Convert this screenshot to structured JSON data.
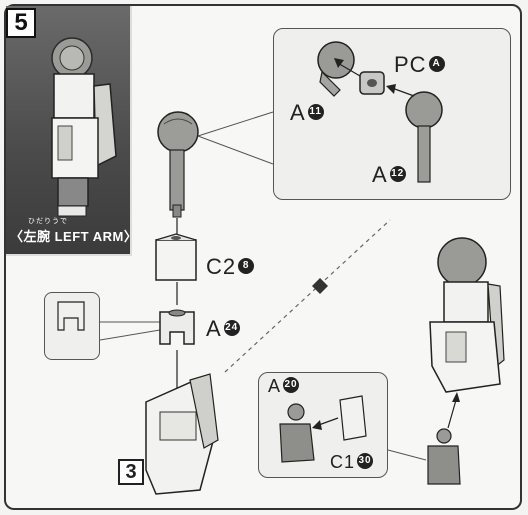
{
  "step": {
    "number": "5"
  },
  "photo": {
    "caption_ruby": "ひだりうで",
    "caption": "〈左腕 LEFT ARM〉"
  },
  "parts": {
    "pc": {
      "code": "PC",
      "num": "A"
    },
    "a11": {
      "code": "A",
      "num": "11"
    },
    "a12": {
      "code": "A",
      "num": "12"
    },
    "c2": {
      "code": "C2",
      "num": "8"
    },
    "a24": {
      "code": "A",
      "num": "24"
    },
    "a20": {
      "code": "A",
      "num": "20"
    },
    "c1": {
      "code": "C1",
      "num": "30"
    }
  },
  "ref_box": {
    "number": "3"
  }
}
